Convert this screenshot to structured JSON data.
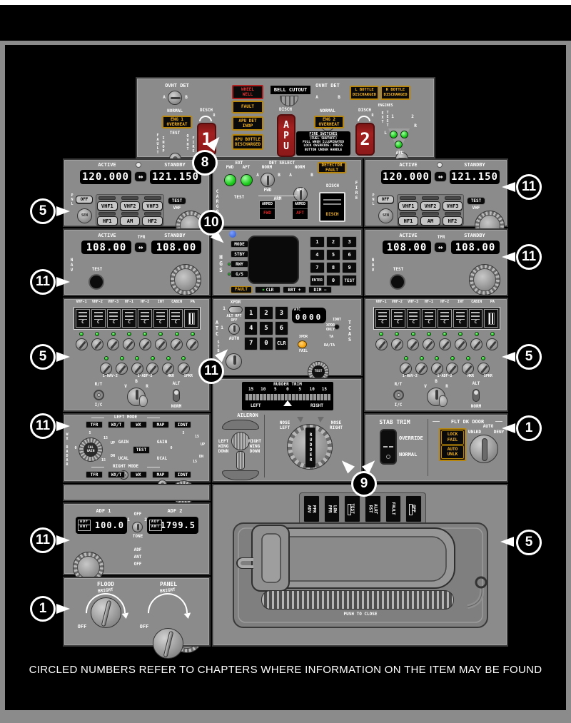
{
  "page": {
    "caption": "CIRCLED NUMBERS REFER TO CHAPTERS WHERE INFORMATION ON THE ITEM MAY BE FOUND"
  },
  "fire": {
    "ovht_det": "OVHT DET",
    "a": "A",
    "b": "B",
    "normal": "NORMAL",
    "eng1": "ENG 1\nOVERHEAT",
    "eng2": "ENG 2\nOVERHEAT",
    "test": "TEST",
    "fault_v": "FAULT",
    "inop_v": "INOP",
    "ovht_v": "OVHT",
    "fire_v": "FIRE",
    "disch": "DISCH",
    "r": "R",
    "h1": "1",
    "h2": "2",
    "wheel_well": "WHEEL\nWELL",
    "fault": "FAULT",
    "apu_det": "APU DET\nINOP",
    "apu_bottle": "APU BOTTLE\nDISCHARGED",
    "bell": "BELL CUTOUT",
    "apu_h": "APU",
    "note_title": "FIRE SWITCHES",
    "note_body": "(FUEL SHUTOFF)\nPULL WHEN ILLUMINATED\nLOCK OVERRIDE: PRESS\nBUTTON UNDER HANDLE",
    "l_bottle": "L BOTTLE\nDISCHARGED",
    "r_bottle": "R BOTTLE\nDISCHARGED",
    "engines": "ENGINES",
    "ext_v": "EXT",
    "test_v": "TEST",
    "one": "1",
    "two": "2",
    "l": "L",
    "apu": "APU"
  },
  "comm": {
    "active_label": "ACTIVE",
    "standby_label": "STANDBY",
    "active": "120.000",
    "standby": "121.150",
    "xfer": "↔",
    "pnl": "PNL",
    "off": "OFF",
    "sen": "SEN",
    "buttons": [
      "VHF1",
      "VHF2",
      "VHF3",
      "HF1",
      "AM",
      "HF2"
    ],
    "test": "TEST",
    "vhf": "VHF"
  },
  "nav": {
    "active_label": "ACTIVE",
    "tfr": "TFR",
    "standby_label": "STANDBY",
    "active": "108.00",
    "standby": "108.00",
    "nav_v": "NAV",
    "test": "TEST"
  },
  "acp": {
    "mics": [
      "VHF-1",
      "VHF-2",
      "VHF-3",
      "HF-1",
      "HF-2",
      "INT",
      "CABIN",
      "PA"
    ],
    "c": "C",
    "row2": [
      "1-NAV-2",
      "1-ADF-2",
      "MKR",
      "SPKR"
    ],
    "rt": "R/T",
    "ic": "I/C",
    "v": "V",
    "b": "B",
    "r": "R",
    "alt": "ALT",
    "norm": "NORM"
  },
  "cargo": {
    "ext": "EXT",
    "fwd": "FWD",
    "aft": "AFT",
    "det_select": "DET SELECT",
    "norm": "NORM",
    "a": "A",
    "b": "B",
    "det_fault": "DETECTOR\nFAULT",
    "test": "TEST",
    "arm": "ARM",
    "armed": "ARMED",
    "disch": "DISCH",
    "cargo_v": "CARGO",
    "fire_v": "FIRE"
  },
  "atc": {
    "xpdr": "XPDR",
    "one": "1",
    "two": "2",
    "alt_rpt": "ALT RPT",
    "off": "OFF",
    "atc_v": "ATC",
    "auto": "AUTO",
    "stby_v": "STBY",
    "on": "ON",
    "keys": [
      "1",
      "2",
      "3",
      "4",
      "5",
      "6",
      "7",
      "0",
      "CLR"
    ],
    "disp_label": "ATC",
    "disp": "0000",
    "idnt": "IDNT",
    "fail": "FAIL",
    "test": "TEST",
    "xpdr_only": "XPDR\nONLY",
    "ta": "TA",
    "ra_ta": "RA/TA",
    "tcas_v": "TCAS"
  },
  "hgs": {
    "buttons": [
      "MODE",
      "STBY",
      "RWY",
      "G/S"
    ],
    "hgs_v": "HGS",
    "keys": [
      "1",
      "2",
      "3",
      "4",
      "5",
      "6",
      "7",
      "8",
      "9",
      "ENTER",
      "0",
      "TEST"
    ],
    "fault": "FAULT",
    "clr": "CLR",
    "brt": "BRT +",
    "dim": "DIM −"
  },
  "trim": {
    "title": "RUDDER TRIM",
    "scale": [
      "15",
      "10",
      "5",
      "0",
      "5",
      "10",
      "15"
    ],
    "left": "LEFT",
    "right": "RIGHT",
    "aileron": "AILERON",
    "lwd": "LEFT\nWING\nDOWN",
    "rwd": "RIGHT\nWING\nDOWN",
    "nose_l": "NOSE\nLEFT",
    "nose_r": "NOSE\nRIGHT",
    "rudder": "RUDDER"
  },
  "wx": {
    "wx_v": "WX RADAR",
    "left_mode": "LEFT MODE",
    "right_mode": "RIGHT MODE",
    "buttons": [
      "TFR",
      "WX/T",
      "WX",
      "MAP",
      "IDNT"
    ],
    "cal_gain": "CAL\nGAIN",
    "up": "UP",
    "dn": "DN",
    "gain": "GAIN",
    "ucal": "UCAL",
    "test": "TEST",
    "s0": "0",
    "s5": "5",
    "s15": "15"
  },
  "stab": {
    "title": "STAB TRIM",
    "override": "OVERRIDE",
    "normal": "NORMAL"
  },
  "door": {
    "title": "FLT DK DOOR",
    "lock_fail": "LOCK\nFAIL",
    "auto_unlk": "AUTO\nUNLK",
    "unlkd": "UNLKD",
    "auto": "AUTO",
    "deny": "DENY"
  },
  "adf": {
    "adf1": "ADF 1",
    "adf2": "ADF 2",
    "adf": "ADF",
    "ant": "ANT",
    "freq1": "100.0",
    "freq2": "1799.5",
    "off": "OFF",
    "one": "1",
    "two": "2",
    "tone": "TONE"
  },
  "lights": {
    "flood": "FLOOD",
    "panel": "PANEL",
    "bright": "BRIGHT",
    "off": "OFF"
  },
  "printer": {
    "buttons": [
      "PPR\nADV",
      "LOW\nPPR",
      "TEST",
      "ALRT\nRST",
      "FAULT",
      "OFF"
    ],
    "push": "PUSH TO CLOSE"
  },
  "callouts": [
    "8",
    "5",
    "10",
    "11",
    "11",
    "11",
    "5",
    "11",
    "5",
    "11",
    "1",
    "9",
    "11",
    "5",
    "1"
  ]
}
